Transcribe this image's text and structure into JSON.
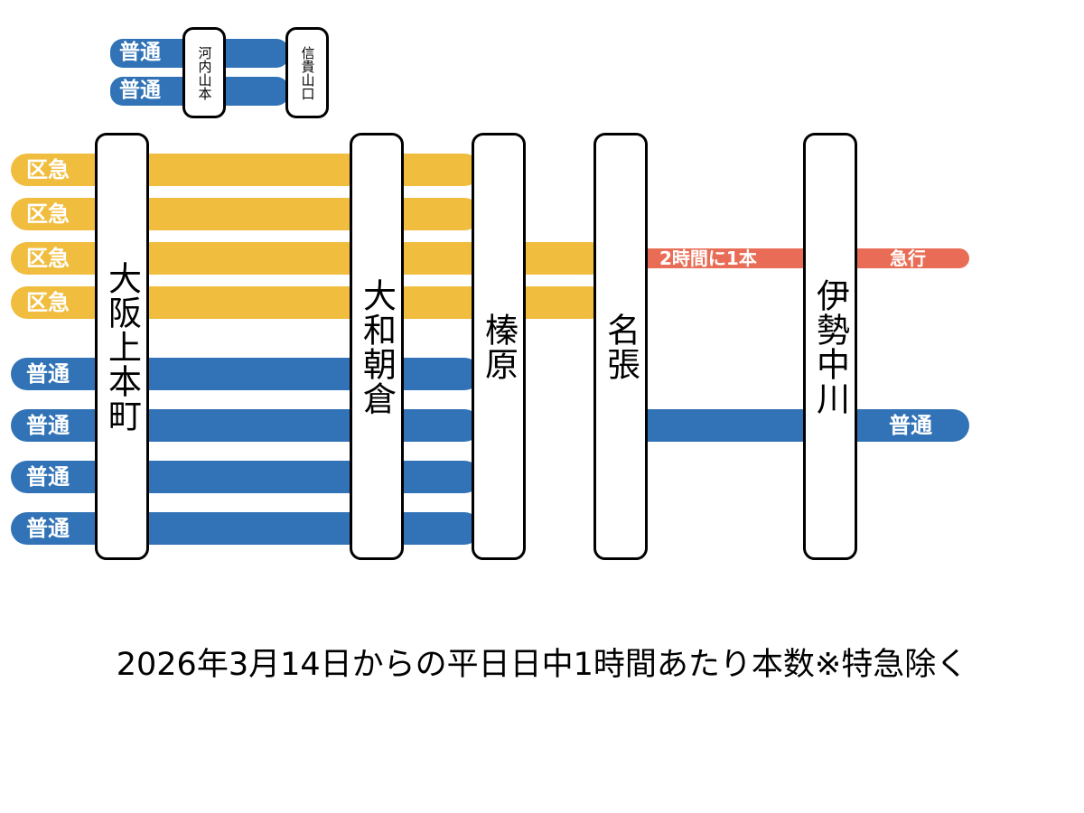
{
  "stations": {
    "kawachiyamamoto": "河内山本",
    "shigisanguchi": "信貴山口",
    "osaka_uehommachi": "大阪上本町",
    "yamato_asakura": "大和朝倉",
    "haibara": "榛原",
    "nabari": "名張",
    "ise_nakagawa": "伊勢中川"
  },
  "labels": {
    "kukyu": "区急",
    "futsu": "普通",
    "kyuko": "急行",
    "frequency_note": "2時間に1本"
  },
  "services": {
    "branch_local": {
      "type": "普通",
      "from": "河内山本",
      "to": "信貴山口",
      "trains_per_hour": 2
    },
    "semi_express": [
      {
        "type": "区急",
        "from": "大阪上本町",
        "to": "榛原"
      },
      {
        "type": "区急",
        "from": "大阪上本町",
        "to": "榛原"
      },
      {
        "type": "区急",
        "from": "大阪上本町",
        "to": "名張"
      },
      {
        "type": "区急",
        "from": "大阪上本町",
        "to": "名張"
      }
    ],
    "express": {
      "type": "急行",
      "from": "名張",
      "to": "伊勢中川",
      "note": "2時間に1本"
    },
    "local": [
      {
        "type": "普通",
        "from": "大阪上本町",
        "to": "榛原"
      },
      {
        "type": "普通",
        "from": "大阪上本町",
        "to": "榛原"
      },
      {
        "type": "普通",
        "from": "大阪上本町",
        "to": "榛原"
      },
      {
        "type": "普通",
        "from": "大阪上本町",
        "to": "榛原"
      }
    ],
    "local_east": {
      "type": "普通",
      "from": "名張",
      "to": "伊勢中川"
    }
  },
  "caption": "2026年3月14日からの平日日中1時間あたり本数※特急除く",
  "colors": {
    "kukyu": "#f0bd3e",
    "futsu": "#3173b6",
    "kyuko": "#e96d56",
    "station_border": "#000000"
  }
}
